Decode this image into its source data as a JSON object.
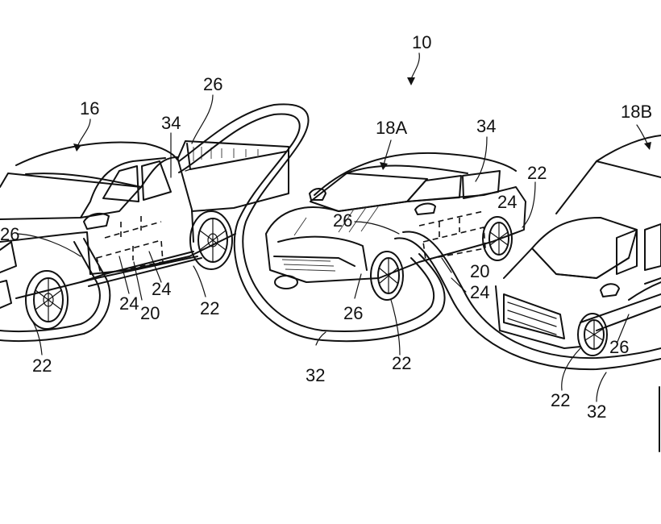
{
  "figure": {
    "type": "patent-drawing",
    "subject": "Vehicles connected in series by charging cables",
    "stroke_color": "#111111",
    "background": "#ffffff"
  },
  "labels": {
    "system": "10",
    "pickup_truck": "16",
    "vehicle_a": "18A",
    "vehicle_b": "18B",
    "truck_bed_port": "26",
    "truck_door_pillar": "34",
    "truck_front_port": "26",
    "truck_battery_a": "24",
    "truck_battery_b": "24",
    "truck_battery_pack": "20",
    "truck_rear_wheel": "22",
    "truck_front_wheel": "22",
    "a_door_pillar": "34",
    "a_rear_wheel": "22",
    "a_battery": "24",
    "a_port_upper": "26",
    "a_port_lower": "26",
    "a_battery_pack": "20",
    "a_battery_b": "24",
    "a_front_wheel": "22",
    "cable_1": "32",
    "b_port": "26",
    "b_front_wheel": "22",
    "cable_2": "32"
  }
}
